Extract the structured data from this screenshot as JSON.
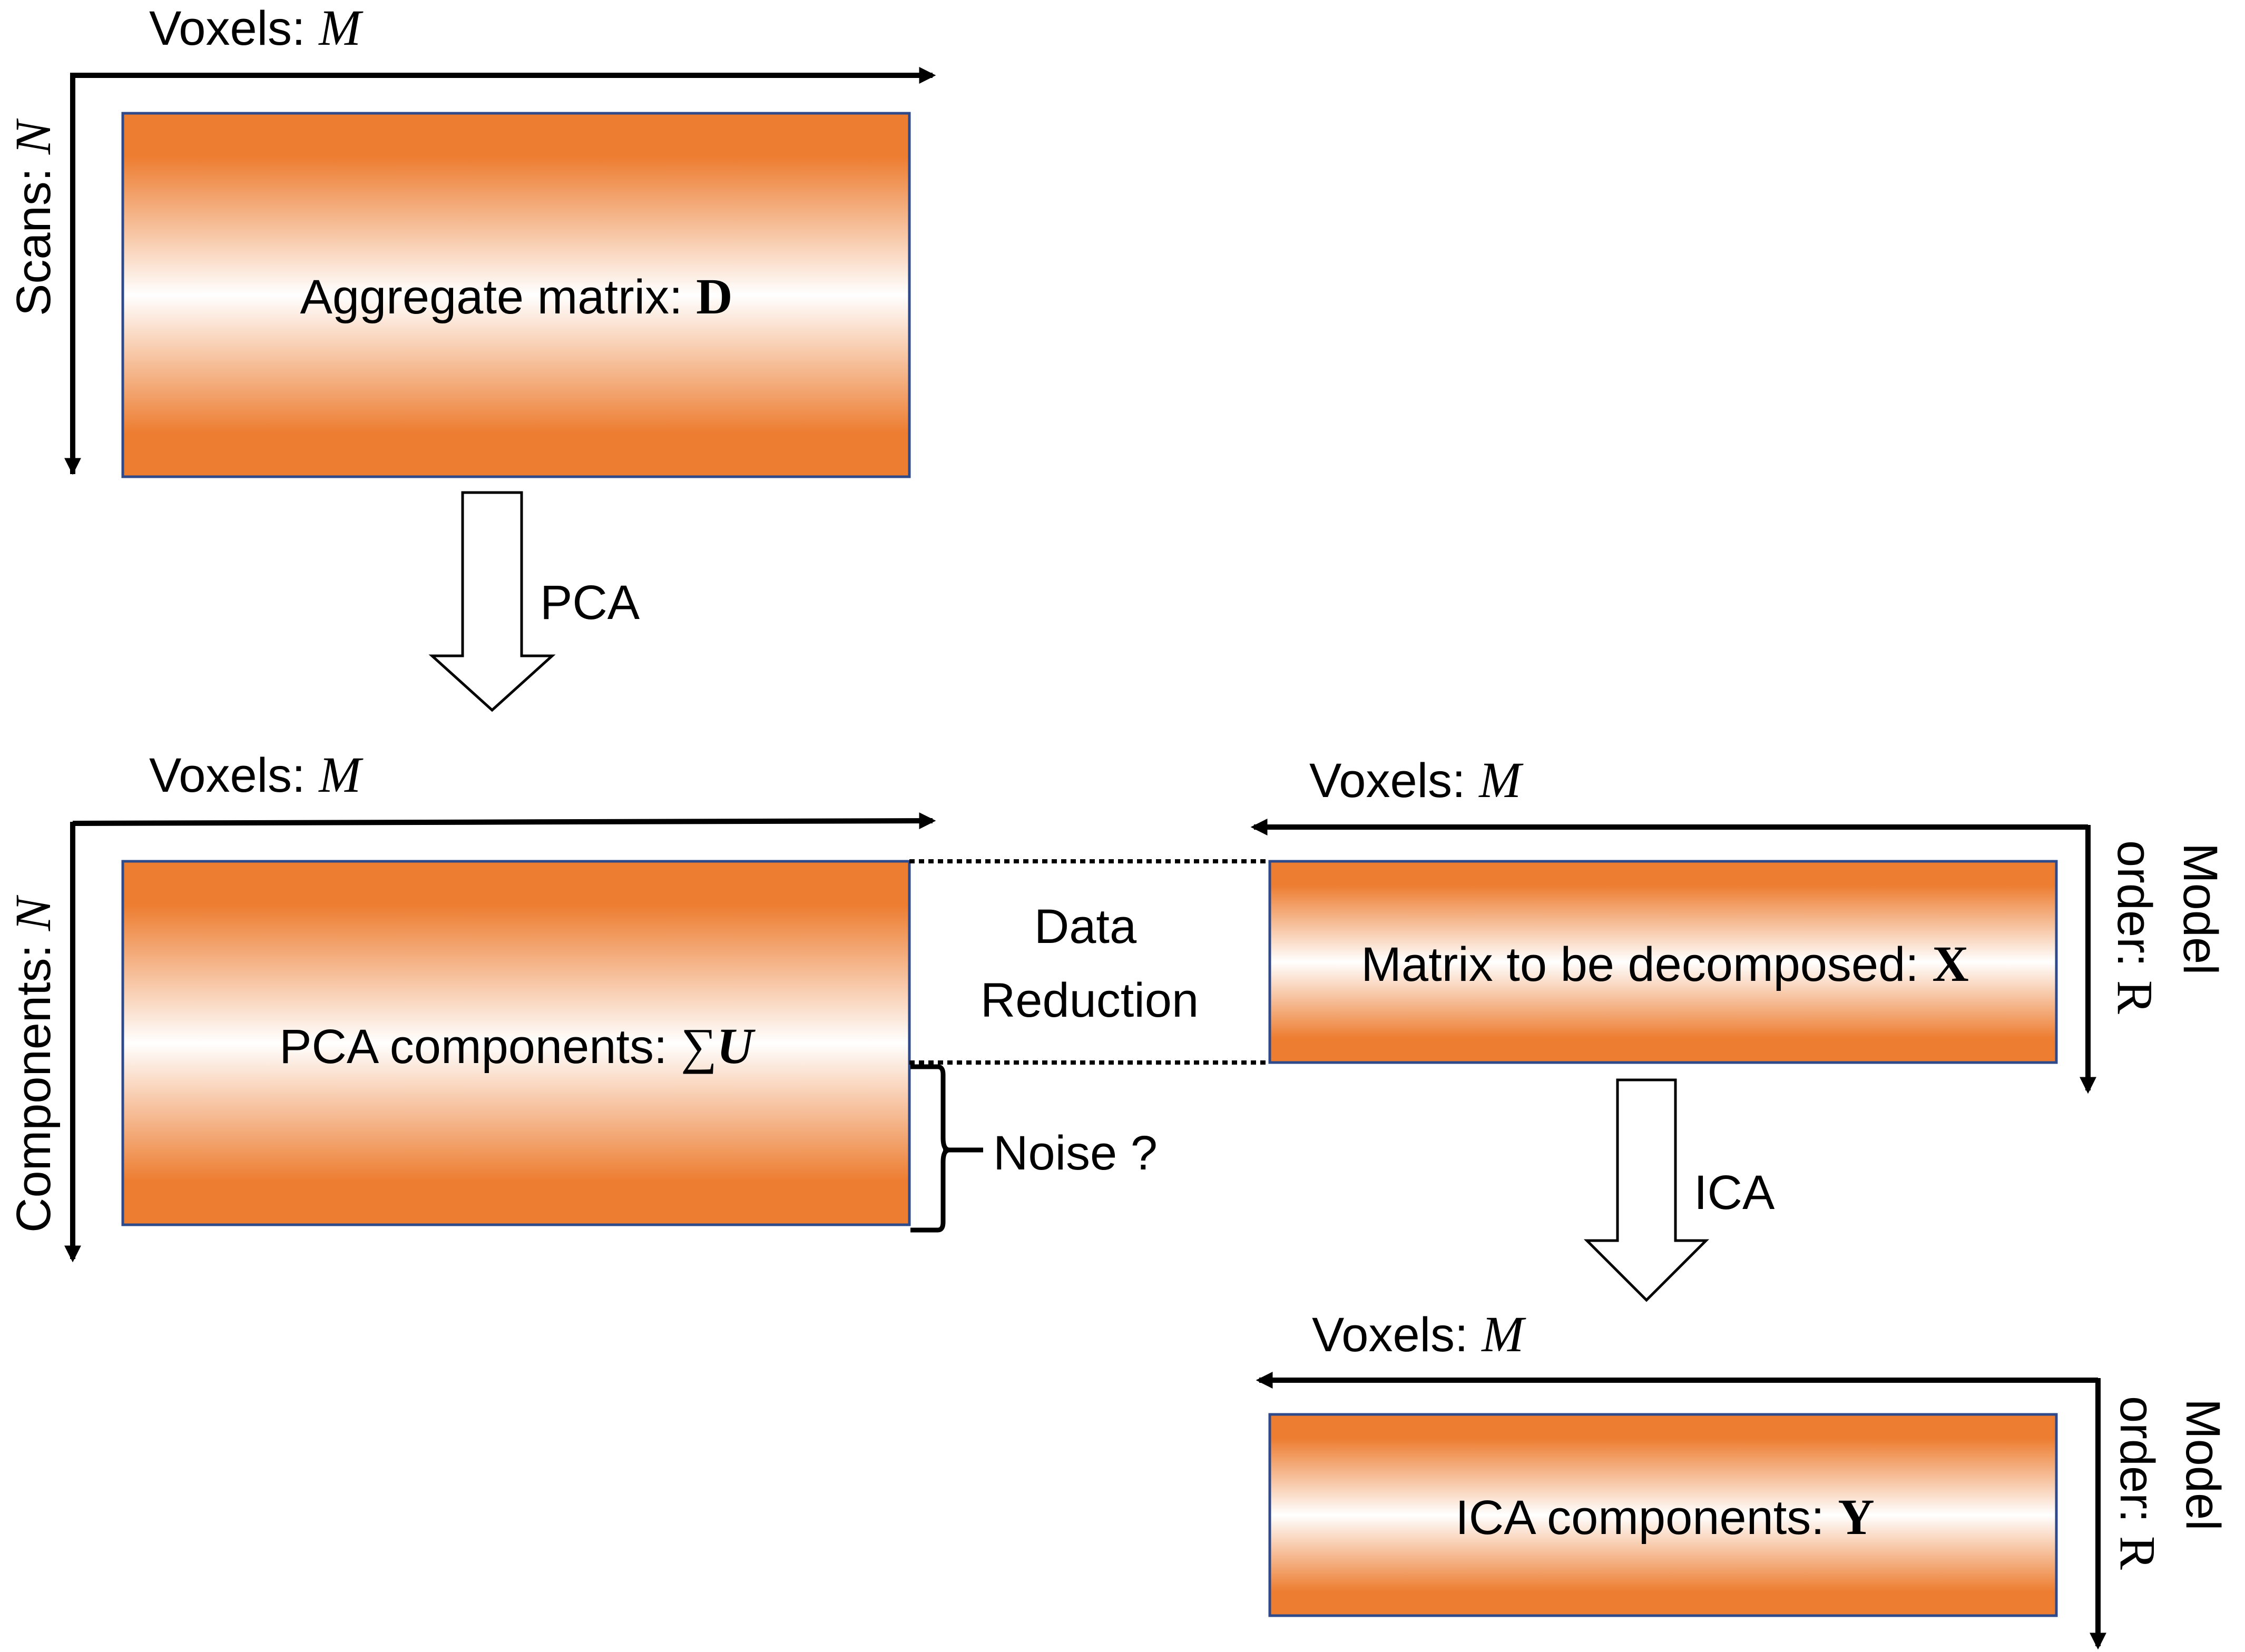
{
  "matrices": {
    "aggregate": {
      "label": "Aggregate matrix: ",
      "symbol": "D"
    },
    "pca": {
      "label": "PCA components: ",
      "sum": "∑",
      "symbol": "U"
    },
    "to_decompose": {
      "label": "Matrix to be decomposed: ",
      "symbol": "X"
    },
    "ica": {
      "label": "ICA components: ",
      "symbol": "Y"
    }
  },
  "axes": {
    "voxels": "Voxels: ",
    "voxels_symbol": "M",
    "scans": "Scans: ",
    "components": "Components: ",
    "n_symbol": "N",
    "model": "Model",
    "order": "order: ",
    "r_symbol": "R"
  },
  "steps": {
    "pca": "PCA",
    "ica": "ICA",
    "data_reduction_line1": "Data",
    "data_reduction_line2": "Reduction",
    "noise": "Noise ?"
  },
  "colors": {
    "box_orange": "#ED7D31",
    "box_highlight": "#FFFFFF",
    "box_border": "#2F4A8A"
  }
}
